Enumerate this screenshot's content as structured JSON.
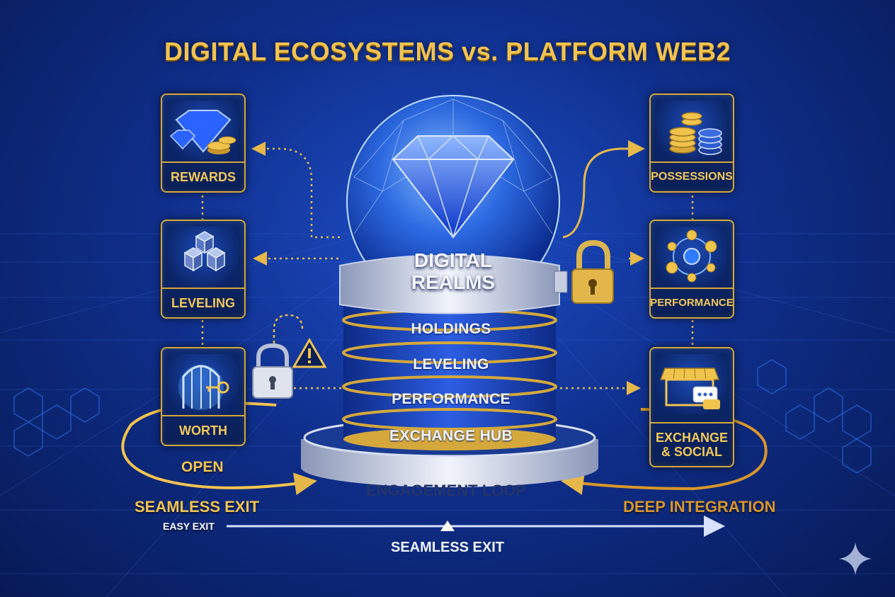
{
  "title": "DIGITAL ECOSYSTEMS vs. PLATFORM WEB2",
  "center": {
    "heading_line1": "DIGITAL",
    "heading_line2": "REALMS",
    "bands": [
      "HOLDINGS",
      "LEVELING",
      "PERFORMANCE",
      "EXCHANGE HUB"
    ],
    "base_label": "ENGAGEMENT LOOP"
  },
  "left_cards": [
    {
      "label": "REWARDS",
      "icon": "gem-and-coins-icon"
    },
    {
      "label": "LEVELING",
      "icon": "cubes-icon"
    },
    {
      "label": "WORTH",
      "icon": "gate-key-icon"
    }
  ],
  "right_cards": [
    {
      "label": "POSSESSIONS",
      "icon": "coin-stacks-icon"
    },
    {
      "label": "PERFORMANCE",
      "icon": "gears-network-icon"
    },
    {
      "label_line1": "EXCHANGE",
      "label_line2": "& SOCIAL",
      "icon": "storefront-chat-icon"
    }
  ],
  "left_texts": {
    "open": "OPEN",
    "seamless_exit": "SEAMLESS EXIT",
    "easy_exit": "EASY EXIT"
  },
  "right_texts": {
    "deep_integration": "DEEP INTEGRATION"
  },
  "bottom_label": "SEAMLESS EXIT",
  "colors": {
    "gold": "#f2c34f",
    "blue_bg": "#0f2f8c",
    "accent_blue": "#1e4fc9"
  }
}
